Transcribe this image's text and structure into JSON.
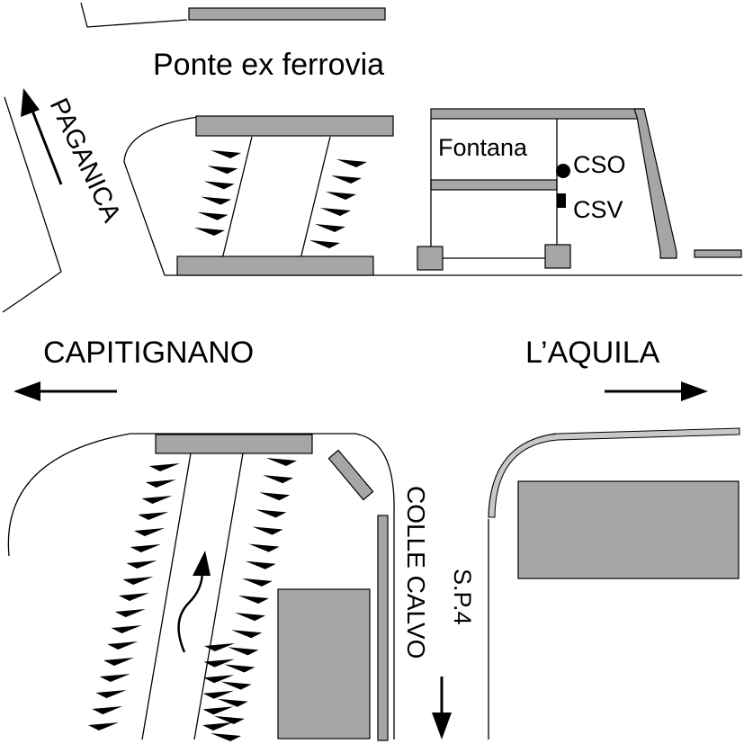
{
  "labels": {
    "bridge": "Ponte ex ferrovia",
    "paganica": "PAGANICA",
    "fontana": "Fontana",
    "cso": "CSO",
    "csv": "CSV",
    "capitignano": "CAPITIGNANO",
    "laquila": "L’AQUILA",
    "colle_calvo": "COLLE CALVO",
    "sp4": "S.P.4"
  },
  "colors": {
    "building": "#a6a6a6",
    "line": "#000000",
    "background": "#ffffff"
  },
  "icons": {
    "cso": "filled-circle-icon",
    "csv": "filled-square-icon",
    "parking": "parking-stall-marker-icon",
    "direction": "arrow-icon"
  }
}
